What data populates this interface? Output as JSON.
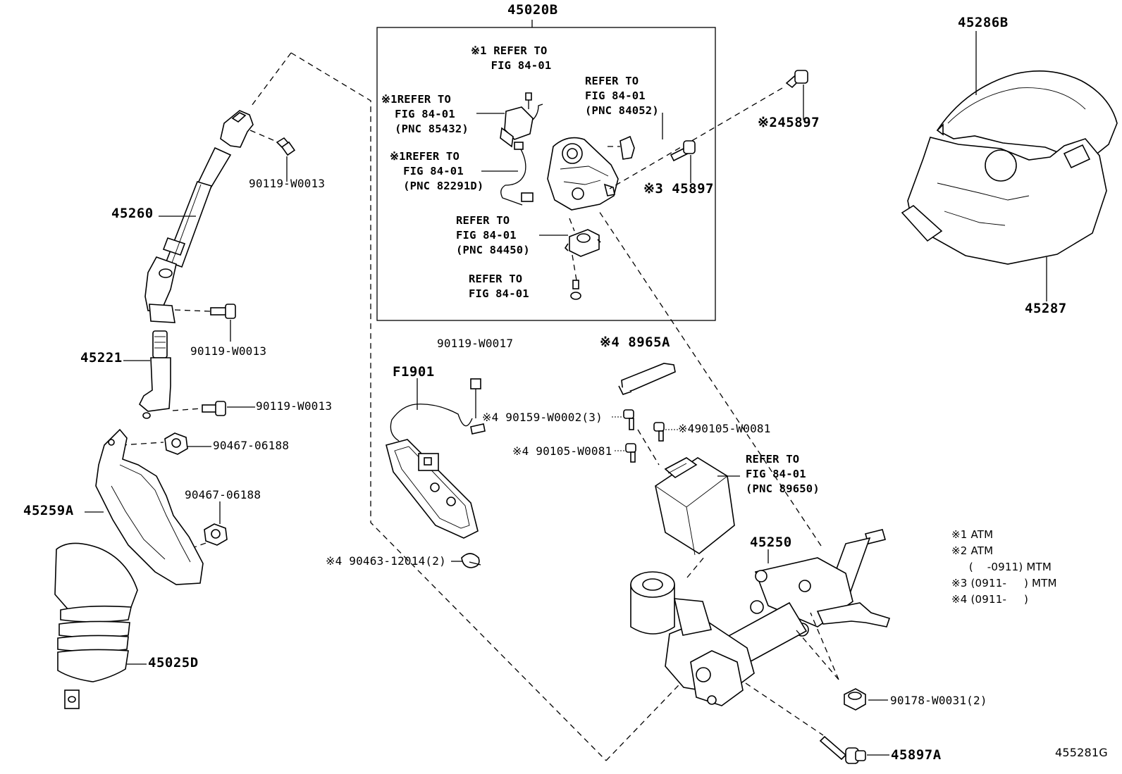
{
  "labels": {
    "assy_45020B": "45020B",
    "ref_x1_top": "※1 REFER TO\n   FIG 84-01",
    "ref_x1_85432": "※1REFER TO\n  FIG 84-01\n  (PNC 85432)",
    "ref_84052": "REFER TO\nFIG 84-01\n(PNC 84052)",
    "ref_x1_82291D": "※1REFER TO\n  FIG 84-01\n  (PNC 82291D)",
    "ref_84450": "REFER TO\nFIG 84-01\n(PNC 84450)",
    "ref_bottom": "REFER TO\nFIG 84-01",
    "x2_45897": "※245897",
    "x3_45897": "※3 45897",
    "p45286B": "45286B",
    "p45287": "45287",
    "p90119_a": "90119-W0013",
    "p45260": "45260",
    "p90119_b": "90119-W0013",
    "p45221": "45221",
    "p90119_c": "90119-W0013",
    "p90467_a": "90467-06188",
    "p90467_b": "90467-06188",
    "p45259A": "45259A",
    "p45025D": "45025D",
    "p90119_w17": "90119-W0017",
    "pF1901": "F1901",
    "x4_8965A": "※4 8965A",
    "x4_90159": "※4 90159-W0002(3)",
    "x4_90105_a": "※490105-W0081",
    "x4_90105_b": "※4 90105-W0081",
    "ref_89650": "REFER TO\nFIG 84-01\n(PNC 89650)",
    "x4_90463": "※4 90463-12014(2)",
    "p45250": "45250",
    "p90178": "90178-W0031(2)",
    "p45897A": "45897A",
    "illus_code": "455281G"
  },
  "notes": [
    "※1 ATM",
    "※2 ATM",
    "     (    -0911) MTM",
    "※3 (0911-     ) MTM",
    "※4 (0911-     )"
  ]
}
